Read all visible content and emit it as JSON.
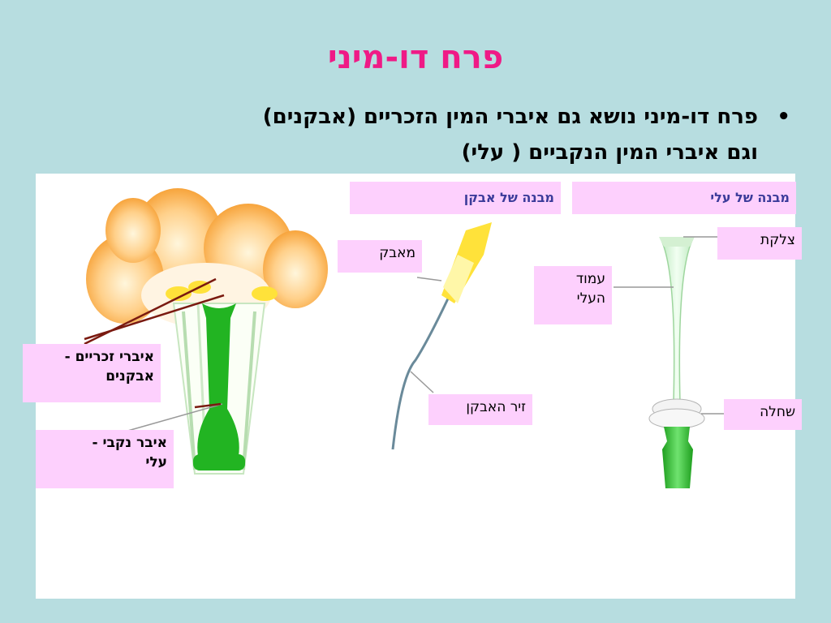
{
  "slide": {
    "title": "פרח דו-מיני",
    "bullet_line1": "פרח דו-מיני נושא גם איברי המין הזכריים (אבקנים)",
    "bullet_line2": "וגם איברי המין הנקביים ( עלי)"
  },
  "labels": {
    "stamen_heading": "מבנה של אבקן",
    "pistil_heading": "מבנה של עלי",
    "anther": "מאבק",
    "filament": "זיר האבקן",
    "stigma": "צלקת",
    "style_line1": "עמוד",
    "style_line2": "העלי",
    "ovary": "שחלה",
    "male_line1": "איברי זכריים -",
    "male_line2": "אבקנים",
    "female_line1": "איבר נקבי -",
    "female_line2": "עלי"
  },
  "colors": {
    "title": "#ef1a86",
    "background": "#b7dde0",
    "label_fill": "#fdd0fd",
    "petal": "#f7a23a",
    "anther": "#ffe23a",
    "pistil": "#22b422"
  }
}
